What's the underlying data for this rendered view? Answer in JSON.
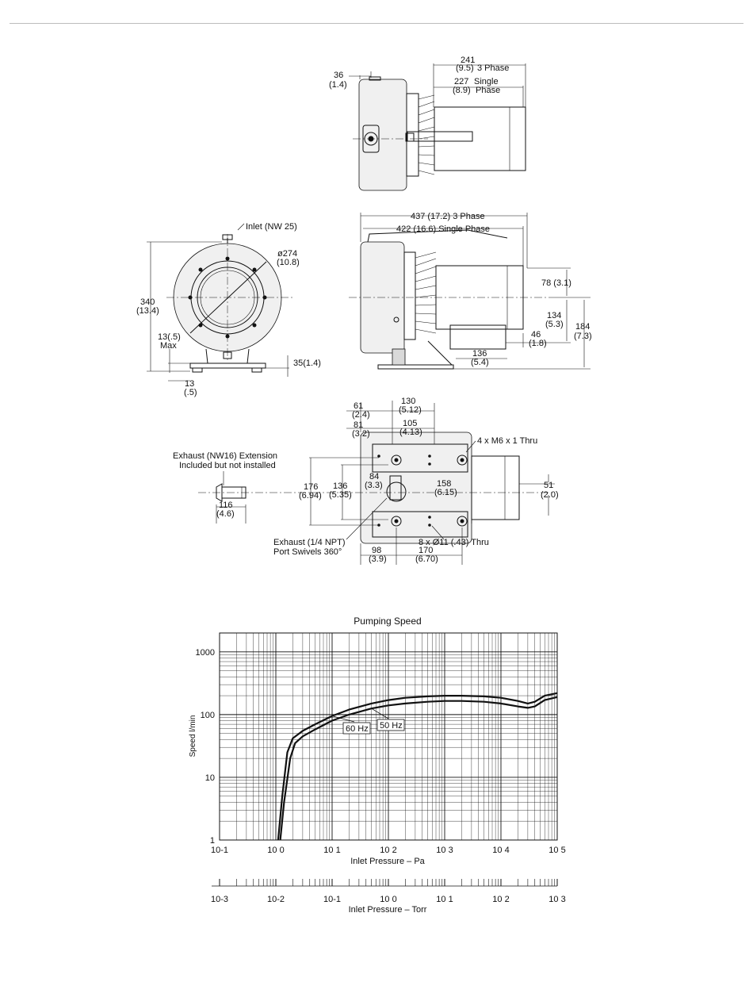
{
  "dims": {
    "side_depth": "36",
    "side_depth_in": "(1.4)",
    "len_3ph": "241",
    "len_3ph_in": "(9.5)",
    "len_3ph_tag": "3 Phase",
    "len_1ph": "227",
    "len_1ph_tag": "Single",
    "len_1ph_in": "(8.9)",
    "len_1ph_tag2": "Phase",
    "inlet": "Inlet (NW 25)",
    "dia": "ø274",
    "dia_in": "(10.8)",
    "height": "340",
    "height_in": "(13.4)",
    "max13": "13(.5)",
    "max13_tag": "Max",
    "base13": "13",
    "base13_in": "(.5)",
    "foot35": "35(1.4)",
    "total_3ph": "437 (17.2) 3 Phase",
    "total_1ph": "422 (16.6) Single Phase",
    "d78": "78 (3.1)",
    "d134": "134",
    "d134_in": "(5.3)",
    "d184": "184",
    "d184_in": "(7.3)",
    "d46": "46",
    "d46_in": "(1.8)",
    "d136b": "136",
    "d136b_in": "(5.4)",
    "d61": "61",
    "d61_in": "(2.4)",
    "d81": "81",
    "d81_in": "(3.2)",
    "d130": "130",
    "d130_in": "(5.12)",
    "d105": "105",
    "d105_in": "(4.13)",
    "m6": "4 x M6 x 1 Thru",
    "ext1": "Exhaust (NW16) Extension",
    "ext2": "Included but not installed",
    "d176": "176",
    "d176_in": "(6.94)",
    "d136": "136",
    "d136_in": "(5.35)",
    "d84": "84",
    "d84_in": "(3.3)",
    "d158": "158",
    "d158_in": "(6.15)",
    "d51": "51",
    "d51_in": "(2.0)",
    "d116": "116",
    "d116_in": "(4.6)",
    "exh1": "Exhaust (1/4 NPT)",
    "exh2": "Port Swivels 360°",
    "d98": "98",
    "d98_in": "(3.9)",
    "d170": "170",
    "d170_in": "(6.70)",
    "holes": "8 x Ø11 (.43) Thru"
  },
  "chart_data": {
    "type": "line",
    "title": "Pumping Speed",
    "xlabel": "Inlet Pressure – Pa",
    "ylabel": "Speed l/min",
    "x_scale": "log",
    "y_scale": "log",
    "xlim": [
      0.1,
      100000
    ],
    "ylim": [
      1,
      2000
    ],
    "x_tick_labels": [
      "10-1",
      "10 0",
      "10 1",
      "10 2",
      "10 3",
      "10 4",
      "10 5"
    ],
    "y_tick_labels": [
      "1",
      "10",
      "100",
      "1000"
    ],
    "secondary_axis": {
      "xlabel": "Inlet Pressure – Torr",
      "tick_labels": [
        "10-3",
        "10-2",
        "10-1",
        "10 0",
        "10 1",
        "10 2",
        "10 3"
      ]
    },
    "grid": true,
    "series": [
      {
        "name": "60 Hz",
        "x": [
          1.1,
          1.3,
          1.6,
          2,
          3,
          5,
          10,
          20,
          50,
          100,
          200,
          500,
          1000,
          2000,
          5000,
          10000,
          20000,
          30000,
          40000,
          60000,
          100000
        ],
        "y": [
          1,
          5,
          25,
          42,
          55,
          70,
          95,
          120,
          150,
          170,
          185,
          195,
          200,
          200,
          195,
          185,
          165,
          150,
          160,
          200,
          220
        ]
      },
      {
        "name": "50 Hz",
        "x": [
          1.2,
          1.4,
          1.8,
          2.2,
          3,
          5,
          10,
          20,
          50,
          100,
          200,
          500,
          1000,
          2000,
          5000,
          10000,
          20000,
          30000,
          40000,
          60000,
          100000
        ],
        "y": [
          1,
          4,
          20,
          35,
          45,
          58,
          80,
          100,
          125,
          140,
          150,
          160,
          165,
          165,
          160,
          150,
          135,
          128,
          135,
          170,
          190
        ]
      }
    ]
  }
}
